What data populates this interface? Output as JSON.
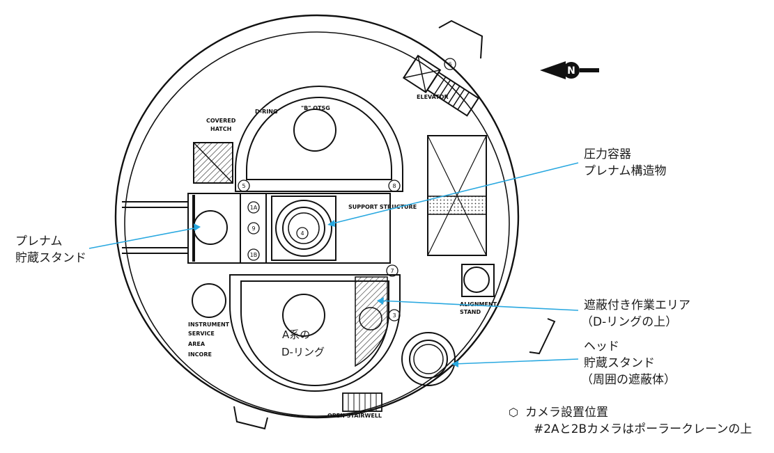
{
  "north_marker": "N",
  "plan_labels": {
    "covered_hatch_1": "COVERED",
    "covered_hatch_2": "HATCH",
    "d_ring": "D-RING",
    "b_otsg": "\"B\" OTSG",
    "support_structure": "SUPPORT STRUCTURE",
    "elevator": "ELEVATOR",
    "alignment_stand_1": "ALIGNMENT",
    "alignment_stand_2": "STAND",
    "instrument_1": "INSTRUMENT",
    "instrument_2": "SERVICE",
    "instrument_3": "AREA",
    "instrument_4": "INCORE",
    "open_stairwell": "OPEN STAIRWELL"
  },
  "camera_numbers": {
    "c6": "6",
    "c5": "5",
    "c8": "8",
    "c1a": "1A",
    "c9": "9",
    "c1b": "1B",
    "c4": "4",
    "c7": "7",
    "c3": "3"
  },
  "annotations": {
    "pressure_vessel_1": "圧力容器",
    "pressure_vessel_2": "プレナム構造物",
    "plenum_stand_1": "プレナム",
    "plenum_stand_2": "貯蔵スタンド",
    "shielded_area_1": "遮蔽付き作業エリア",
    "shielded_area_2": "（D-リングの上）",
    "a_dring_1": "A系の",
    "a_dring_2": "D-リング",
    "head_stand_1": "ヘッド",
    "head_stand_2": "貯蔵スタンド",
    "head_stand_3": "（周囲の遮蔽体）"
  },
  "legend": {
    "symbol": "⬡",
    "line1": "カメラ設置位置",
    "line2": "#2Aと2Bカメラはポーラークレーンの上"
  },
  "colors": {
    "callout": "#29a8e0",
    "ink": "#111111"
  }
}
